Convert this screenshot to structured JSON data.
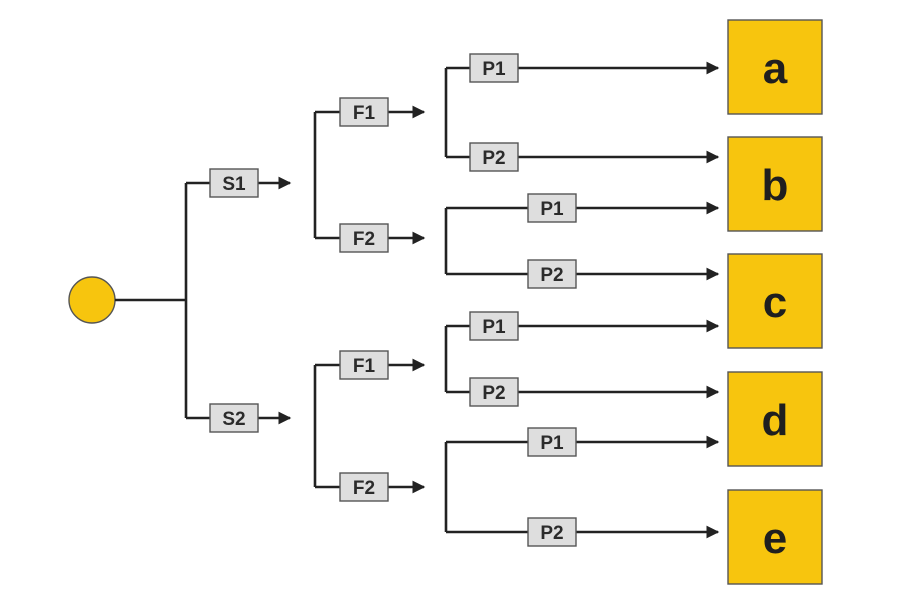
{
  "colors": {
    "root_fill": "#f7c50e",
    "outcome_fill": "#f7c50e",
    "label_fill": "#dedede",
    "line": "#222222"
  },
  "labels": {
    "s1": "S1",
    "s2": "S2",
    "s1_f1": "F1",
    "s1_f2": "F2",
    "s2_f1": "F1",
    "s2_f2": "F2",
    "s1_f1_p1": "P1",
    "s1_f1_p2": "P2",
    "s1_f2_p1": "P1",
    "s1_f2_p2": "P2",
    "s2_f1_p1": "P1",
    "s2_f1_p2": "P2",
    "s2_f2_p1": "P1",
    "s2_f2_p2": "P2"
  },
  "outcomes": [
    "a",
    "b",
    "c",
    "d",
    "e"
  ]
}
